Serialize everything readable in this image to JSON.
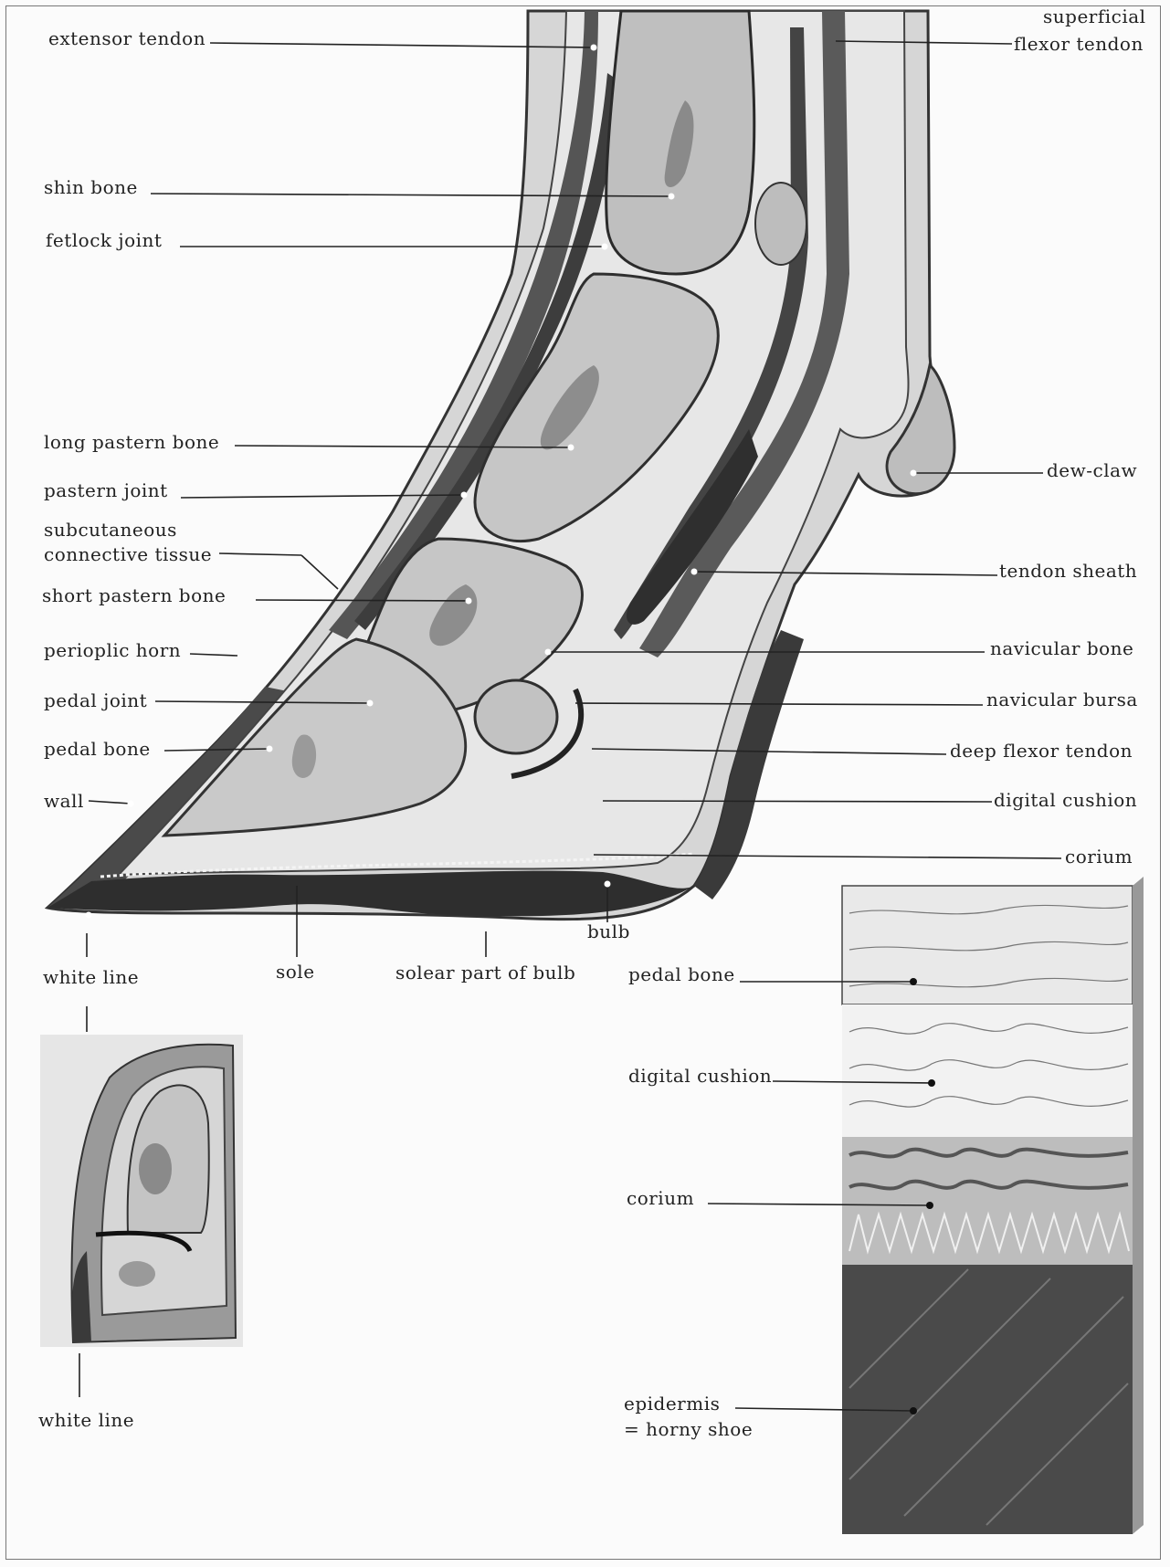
{
  "labels": {
    "extensor_tendon": "extensor tendon",
    "superficial_flexor_tendon_1": "superficial",
    "superficial_flexor_tendon_2": "flexor tendon",
    "shin_bone": "shin bone",
    "fetlock_joint": "fetlock joint",
    "long_pastern_bone": "long pastern bone",
    "dew_claw": "dew-claw",
    "pastern_joint": "pastern joint",
    "subcutaneous_1": "subcutaneous",
    "subcutaneous_2": "connective tissue",
    "tendon_sheath": "tendon sheath",
    "short_pastern_bone": "short pastern bone",
    "navicular_bone": "navicular bone",
    "perioplic_horn": "perioplic horn",
    "navicular_bursa": "navicular bursa",
    "pedal_joint": "pedal joint",
    "deep_flexor_tendon": "deep flexor tendon",
    "pedal_bone": "pedal bone",
    "digital_cushion": "digital cushion",
    "wall": "wall",
    "corium": "corium",
    "bulb": "bulb",
    "white_line": "white line",
    "sole": "sole",
    "solear_part_of_bulb": "solear part of bulb",
    "inset_pedal_bone": "pedal bone",
    "inset_digital_cushion": "digital cushion",
    "inset_corium": "corium",
    "inset_epidermis_1": "epidermis",
    "inset_epidermis_2": "= horny shoe",
    "white_line_bottom": "white line"
  },
  "colors": {
    "ink": "#222222",
    "bone": "#cfcfcf",
    "tissue": "#e4e4e4",
    "dark": "#3a3a3a",
    "horn": "#555555"
  }
}
